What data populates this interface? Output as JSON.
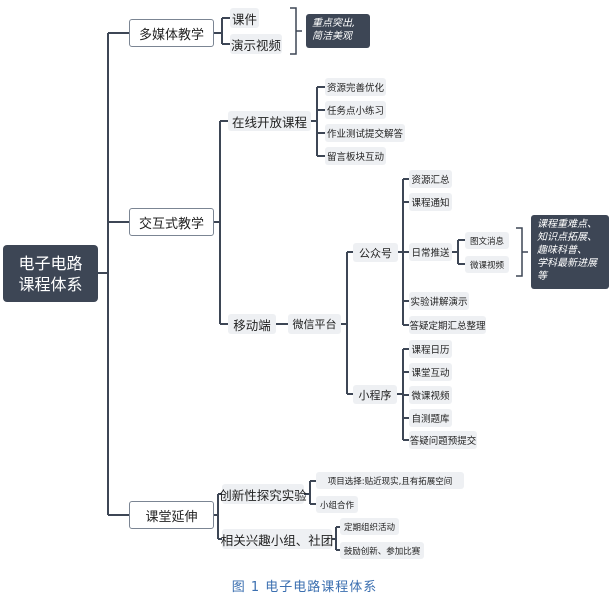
{
  "root": {
    "line1": "电子电路",
    "line2": "课程体系"
  },
  "branches": {
    "multimedia": "多媒体教学",
    "interactive": "交互式教学",
    "extension": "课堂延伸"
  },
  "multimedia": {
    "courseware": "课件",
    "demo_video": "演示视频"
  },
  "note_multimedia": {
    "line1": "重点突出,",
    "line2": "简洁美观"
  },
  "interactive": {
    "online_course": "在线开放课程",
    "online_items": [
      "资源完善优化",
      "任务点小练习",
      "作业测试提交解答",
      "留言板块互动"
    ],
    "mobile": "移动端",
    "wechat_platform": "微信平台",
    "official_account": "公众号",
    "oa_items": {
      "resources": "资源汇总",
      "notices": "课程通知",
      "daily_push": "日常推送",
      "experiment": "实验讲解演示",
      "qa_summary": "答疑定期汇总整理"
    },
    "push_items": [
      "图文消息",
      "微课视频"
    ],
    "mini_program": "小程序",
    "mp_items": [
      "课程日历",
      "课堂互动",
      "微课视频",
      "自测题库",
      "答疑问题预提交"
    ]
  },
  "note_push": {
    "line1": "课程重难点、",
    "line2": "知识点拓展、",
    "line3": "趣味科普、",
    "line4": "学科最新进展",
    "line5": "等"
  },
  "extension": {
    "innovation": "创新性探究实验",
    "innovation_items": [
      "项目选择:贴近现实,且有拓展空间",
      "小组合作"
    ],
    "groups": "相关兴趣小组、社团",
    "group_items": [
      "定期组织活动",
      "鼓励创新、参加比赛"
    ]
  },
  "caption": "图 1 电子电路课程体系"
}
